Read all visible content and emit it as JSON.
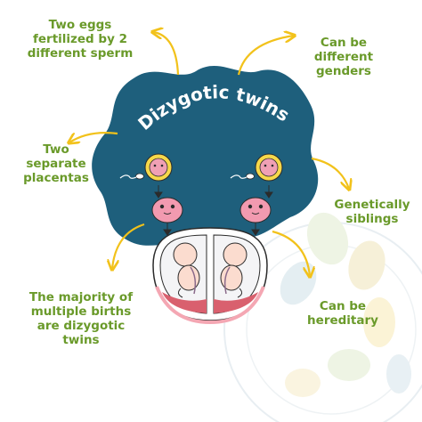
{
  "title": "Dizygotic twins",
  "labels": {
    "top_left": [
      "Two eggs",
      "fertilized by 2",
      "different sperm"
    ],
    "top_right": [
      "Can be",
      "different",
      "genders"
    ],
    "mid_left": [
      "Two",
      "separate",
      "placentas"
    ],
    "mid_right": [
      "Genetically",
      "siblings"
    ],
    "bottom_left": [
      "The majority of",
      "multiple births",
      "are dizygotic",
      "twins"
    ],
    "bottom_right": [
      "Can be",
      "hereditary"
    ]
  },
  "colors": {
    "blob": "#1e5f7c",
    "label_text": "#6a9a2a",
    "arrow": "#f2c21b",
    "egg": "#f0a0b4",
    "womb": "#f4a7b3",
    "placenta": "#d9606e"
  },
  "icons": [
    "sperm-icon",
    "egg-icon",
    "zygote-icon",
    "fetus-icon",
    "womb-icon"
  ]
}
